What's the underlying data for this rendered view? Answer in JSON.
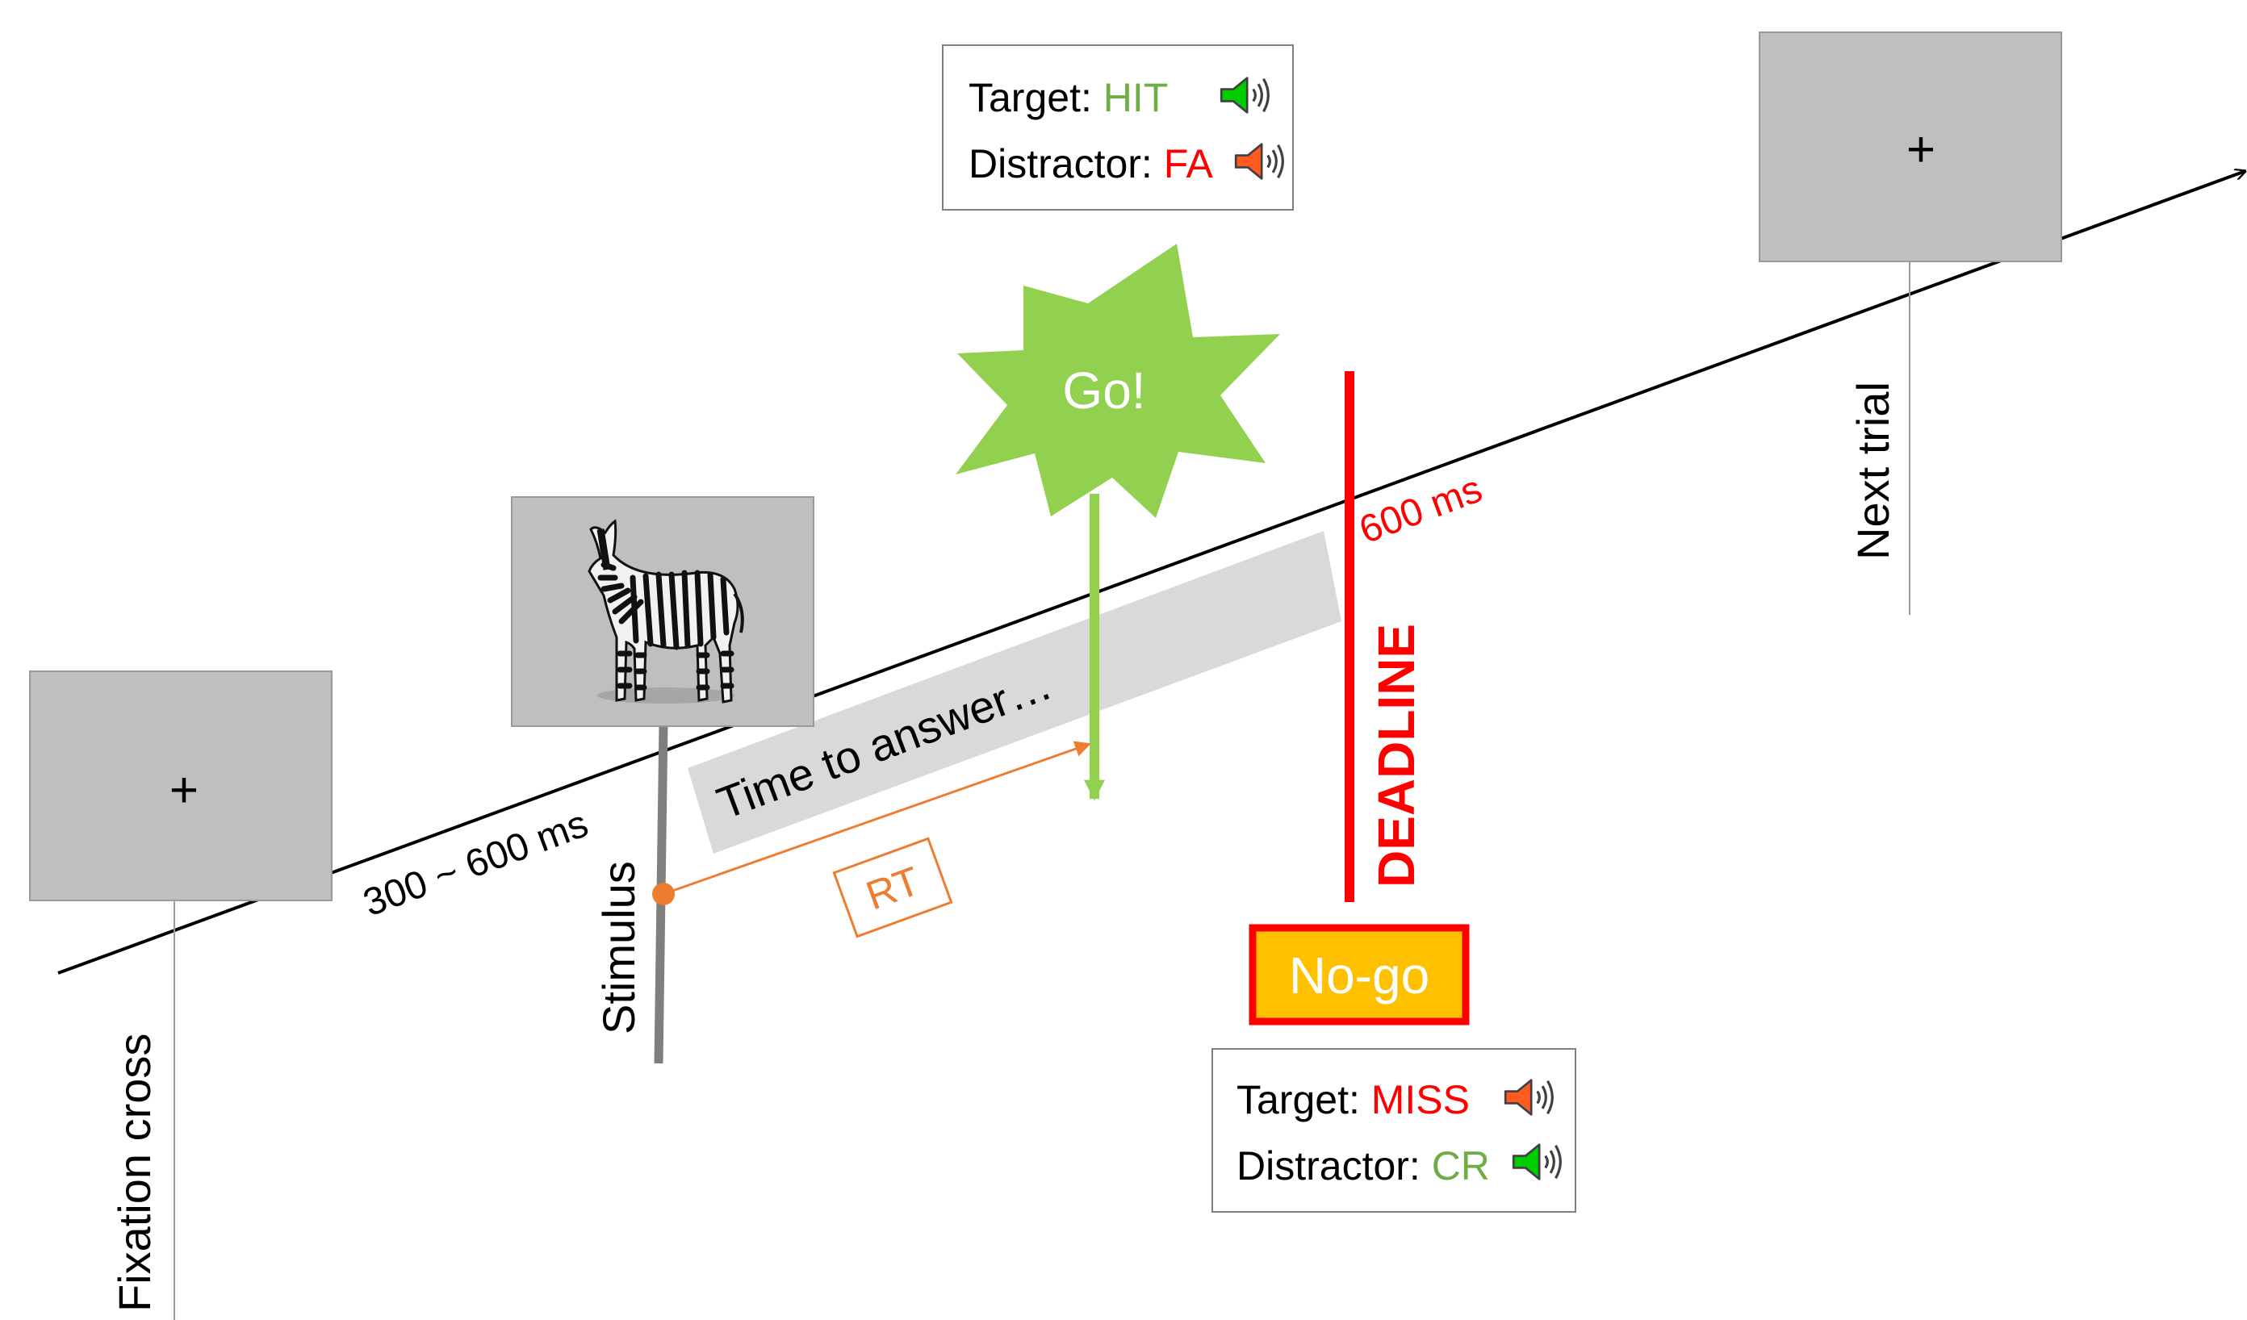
{
  "fixation": {
    "symbol": "+",
    "label": "Fixation cross"
  },
  "isi_label": "300 ~ 600 ms",
  "stimulus": {
    "label": "Stimulus",
    "image": "zebra"
  },
  "time_to_answer": "Time to answer…",
  "rt_label": "RT",
  "go": {
    "label": "Go!",
    "target_label": "Target: ",
    "target_outcome": "HIT",
    "target_sound": "speaker-green-icon",
    "distractor_label": "Distractor: ",
    "distractor_outcome": "FA",
    "distractor_sound": "speaker-orange-icon"
  },
  "deadline": {
    "label": "DEADLINE",
    "time": "600 ms"
  },
  "nogo": {
    "label": "No-go",
    "target_label": "Target: ",
    "target_outcome": "MISS",
    "target_sound": "speaker-orange-icon",
    "distractor_label": "Distractor: ",
    "distractor_outcome": "CR",
    "distractor_sound": "speaker-green-icon"
  },
  "next_trial": {
    "symbol": "+",
    "label": "Next trial"
  },
  "colors": {
    "screen_gray": "#bfbfbf",
    "green": "#92d050",
    "red": "#ff0000",
    "orange": "#ed7d31",
    "nogo_fill": "#ffc000",
    "line_gray": "#7f7f7f"
  }
}
